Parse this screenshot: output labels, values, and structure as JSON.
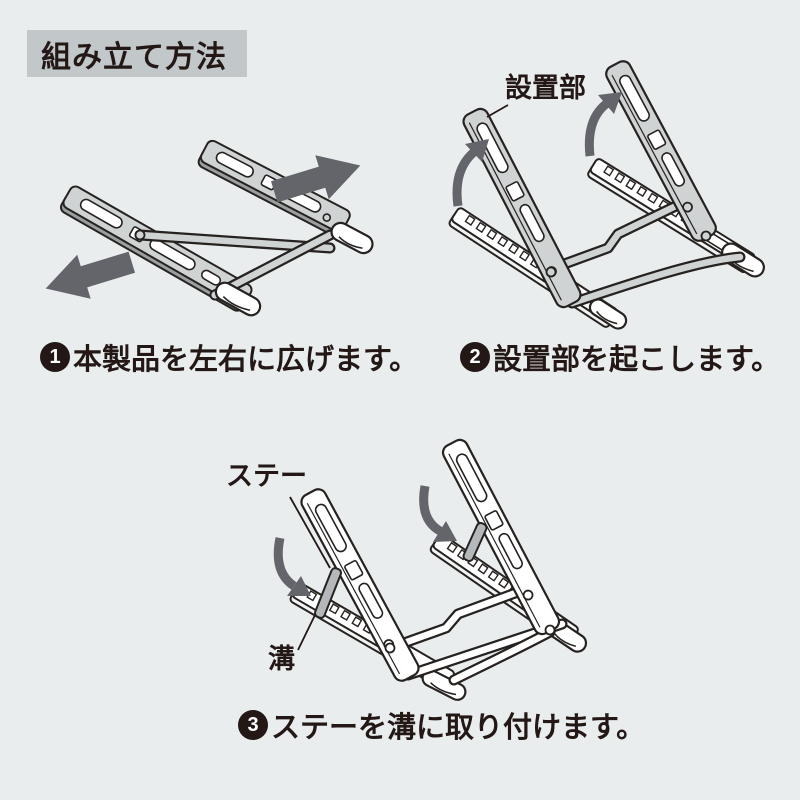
{
  "header": {
    "title": "組み立て方法"
  },
  "steps": [
    {
      "number": "1",
      "caption": "本製品を左右に広げます。"
    },
    {
      "number": "2",
      "caption": "設置部を起こします。",
      "labels": {
        "part": "設置部"
      }
    },
    {
      "number": "3",
      "caption": "ステーを溝に取り付けます。",
      "labels": {
        "stay": "ステー",
        "groove": "溝"
      }
    }
  ],
  "icons": {
    "step1": [
      "block-arrow-up-right",
      "block-arrow-down-left"
    ],
    "step2": [
      "curved-arrow-raise-left",
      "curved-arrow-raise-right"
    ],
    "step3": [
      "curved-arrow-lower-left",
      "curved-arrow-lower-right"
    ]
  },
  "colors": {
    "background": "#e9edee",
    "title_box": "#c2c7c9",
    "ink": "#231815",
    "outline": "#262220",
    "metal_gray": "#cfd3d4",
    "side_gray": "#9b9ea0",
    "stay_gray": "#b4b8ba",
    "arrow_gray": "#63656a",
    "white": "#ffffff"
  }
}
